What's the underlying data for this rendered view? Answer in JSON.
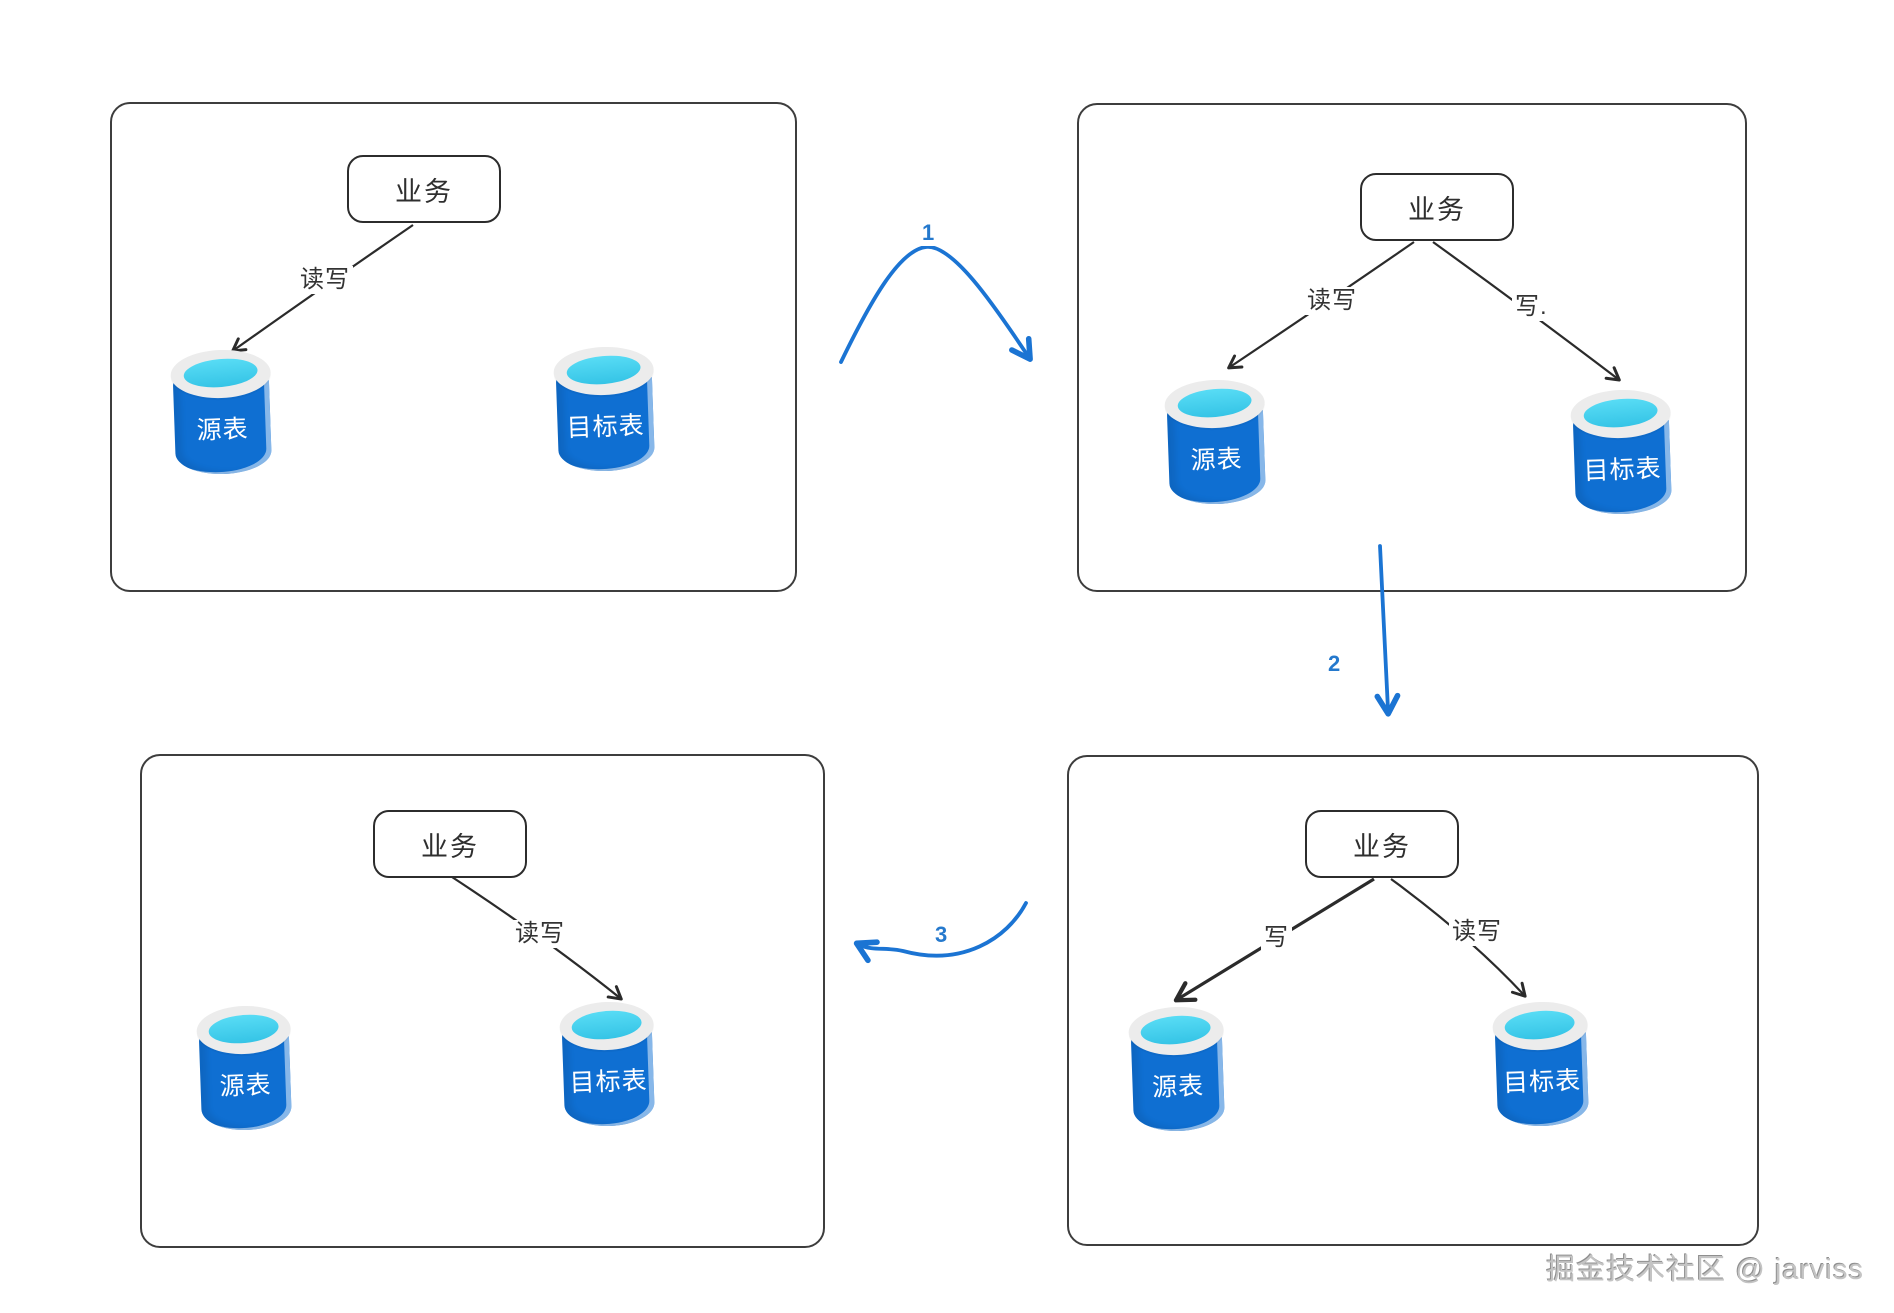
{
  "colors": {
    "blue_accent": "#1b74d3",
    "cylinder_body": "#0f6fd2",
    "cylinder_water": "#3ed1f0",
    "cylinder_rim": "#ececec",
    "stroke_dark": "#2b2b2b",
    "panel_border": "#3d3d3d",
    "watermark_gray": "#c4c4c4"
  },
  "transitions": {
    "t1": "1",
    "t2": "2",
    "t3": "3"
  },
  "panels": {
    "p1": {
      "box": "业务",
      "edge_rw": "读写",
      "source": "源表",
      "target": "目标表"
    },
    "p2": {
      "box": "业务",
      "edge_rw": "读写",
      "edge_w": "写.",
      "source": "源表",
      "target": "目标表"
    },
    "p3": {
      "box": "业务",
      "edge_rw": "读写",
      "source": "源表",
      "target": "目标表"
    },
    "p4": {
      "box": "业务",
      "edge_w": "写",
      "edge_rw": "读写",
      "source": "源表",
      "target": "目标表"
    }
  },
  "watermark": "掘金技术社区 @ jarviss"
}
